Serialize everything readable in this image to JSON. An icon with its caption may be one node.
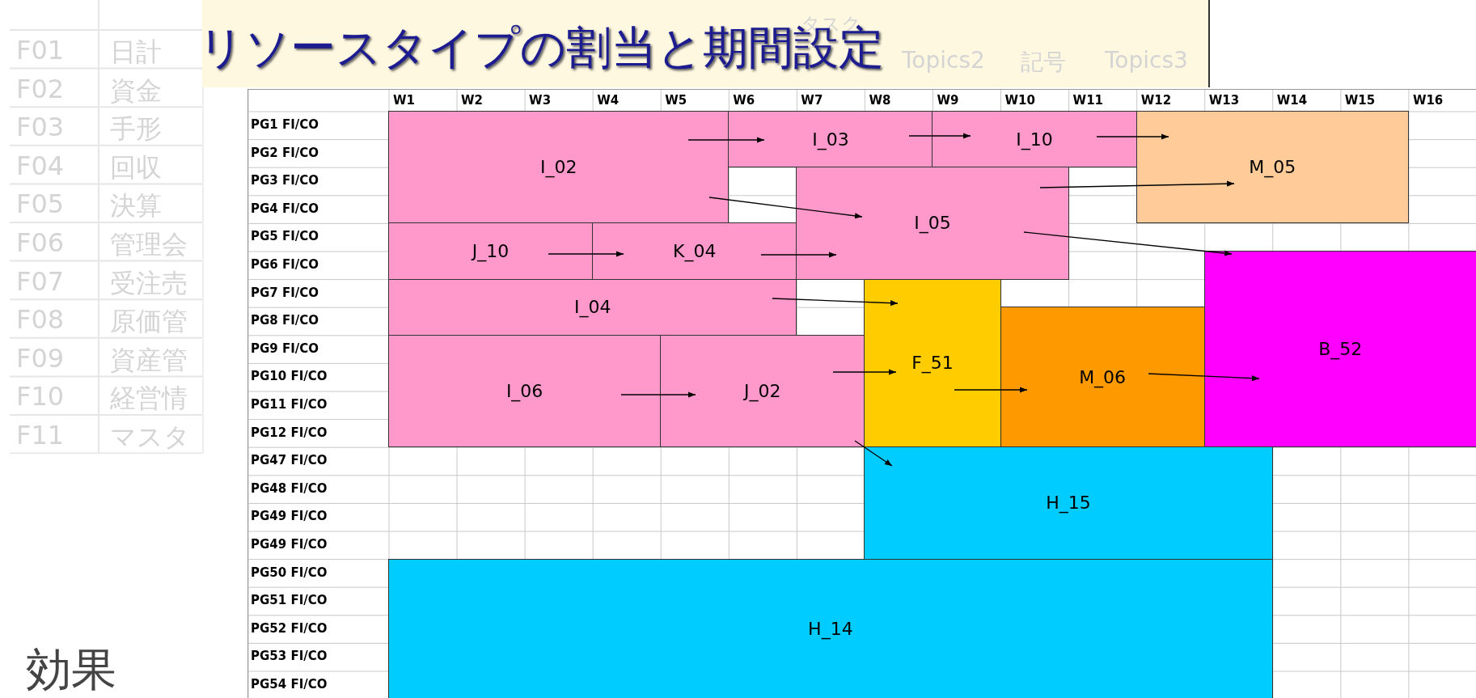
{
  "diagram": {
    "title": "リソースタイプの割当と期間設定",
    "nodes": [
      {
        "text": [
          "I_02"
        ]
      },
      {
        "text": [
          "I_03"
        ]
      },
      {
        "text": [
          "I_10"
        ]
      },
      {
        "text": [
          "M_05"
        ]
      },
      {
        "text": [
          "I_05"
        ]
      },
      {
        "text": [
          "J_10"
        ]
      },
      {
        "text": [
          "K_04"
        ]
      },
      {
        "text": [
          "I_04"
        ]
      },
      {
        "text": [
          "F_51"
        ]
      },
      {
        "text": [
          "I_06"
        ]
      },
      {
        "text": [
          "J_02"
        ]
      },
      {
        "text": [
          "M_06"
        ]
      },
      {
        "text": [
          "B_52"
        ]
      },
      {
        "text": [
          "H_15"
        ]
      },
      {
        "text": [
          "H_14"
        ]
      }
    ],
    "edges": [
      {
        "from": 0,
        "to": 1,
        "arrow": "to"
      },
      {
        "from": 1,
        "to": 2,
        "arrow": "to"
      },
      {
        "from": 2,
        "to": 3,
        "arrow": "to"
      },
      {
        "from": 0,
        "to": 4,
        "arrow": "to"
      },
      {
        "from": 4,
        "to": 3,
        "arrow": "to"
      },
      {
        "from": 4,
        "to": 12,
        "arrow": "to"
      },
      {
        "from": 5,
        "to": 6,
        "arrow": "to"
      },
      {
        "from": 6,
        "to": 4,
        "arrow": "to"
      },
      {
        "from": 7,
        "to": 8,
        "arrow": "to"
      },
      {
        "from": 9,
        "to": 10,
        "arrow": "to"
      },
      {
        "from": 10,
        "to": 8,
        "arrow": "to"
      },
      {
        "from": 8,
        "to": 11,
        "arrow": "to"
      },
      {
        "from": 11,
        "to": 12,
        "arrow": "to"
      },
      {
        "from": 10,
        "to": 13,
        "arrow": "to"
      }
    ],
    "labels": [
      "タスク",
      "Topics2",
      "記号",
      "Topics3",
      "F01",
      "日計",
      "F02",
      "資金",
      "F03",
      "手形",
      "F04",
      "回収",
      "F05",
      "決算",
      "F06",
      "管理会",
      "F07",
      "受注売",
      "F08",
      "原価管",
      "F09",
      "資産管",
      "F10",
      "経営情",
      "F11",
      "マスタ",
      "W1",
      "W2",
      "W3",
      "W4",
      "W5",
      "W6",
      "W7",
      "W8",
      "W9",
      "W10",
      "W11",
      "W12",
      "W13",
      "W14",
      "W15",
      "W16",
      "PG1 FI/CO",
      "PG2 FI/CO",
      "PG3 FI/CO",
      "PG4 FI/CO",
      "PG5 FI/CO",
      "PG6 FI/CO",
      "PG7 FI/CO",
      "PG8 FI/CO",
      "PG9 FI/CO",
      "PG10 FI/CO",
      "PG11 FI/CO",
      "PG12 FI/CO",
      "PG47 FI/CO",
      "PG48 FI/CO",
      "PG49 FI/CO",
      "PG49 FI/CO",
      "PG50 FI/CO",
      "PG51 FI/CO",
      "PG52 FI/CO",
      "PG53 FI/CO",
      "PG54 FI/CO",
      "効果"
    ]
  }
}
